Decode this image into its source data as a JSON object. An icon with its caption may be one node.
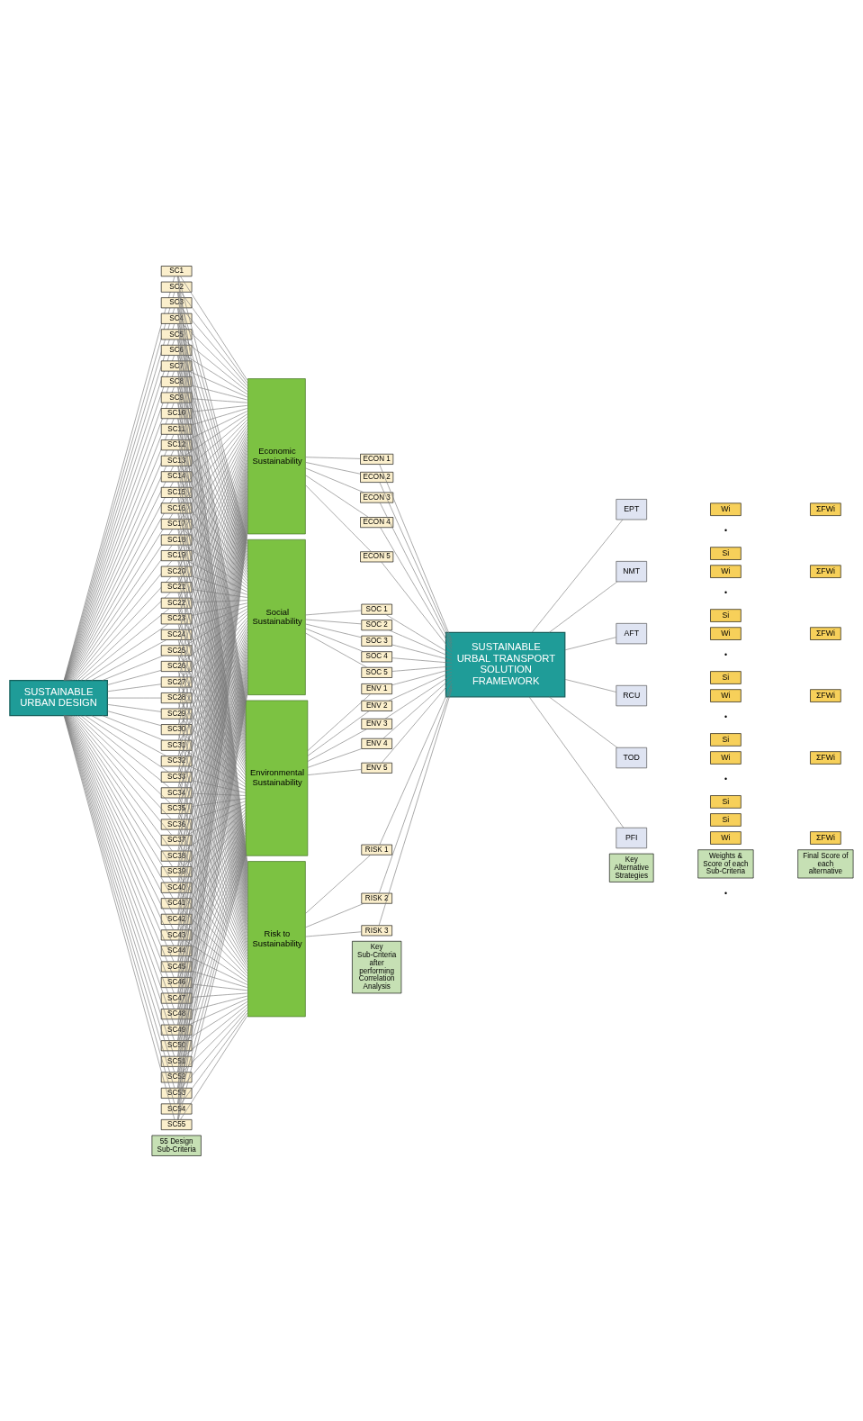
{
  "diagram": {
    "nodes": [
      {
        "text": [
          "SUSTAINABLE URBAN DESIGN"
        ]
      },
      {
        "text": [
          "SC1"
        ]
      },
      {
        "text": [
          "SC2"
        ]
      },
      {
        "text": [
          "SC3"
        ]
      },
      {
        "text": [
          "SC4"
        ]
      },
      {
        "text": [
          "SC5"
        ]
      },
      {
        "text": [
          "SC6"
        ]
      },
      {
        "text": [
          "SC7"
        ]
      },
      {
        "text": [
          "SC8"
        ]
      },
      {
        "text": [
          "SC9"
        ]
      },
      {
        "text": [
          "SC10"
        ]
      },
      {
        "text": [
          "SC11"
        ]
      },
      {
        "text": [
          "SC12"
        ]
      },
      {
        "text": [
          "SC13"
        ]
      },
      {
        "text": [
          "SC14"
        ]
      },
      {
        "text": [
          "SC15"
        ]
      },
      {
        "text": [
          "SC16"
        ]
      },
      {
        "text": [
          "SC17"
        ]
      },
      {
        "text": [
          "SC18"
        ]
      },
      {
        "text": [
          "SC19"
        ]
      },
      {
        "text": [
          "SC20"
        ]
      },
      {
        "text": [
          "SC21"
        ]
      },
      {
        "text": [
          "SC22"
        ]
      },
      {
        "text": [
          "SC23"
        ]
      },
      {
        "text": [
          "SC24"
        ]
      },
      {
        "text": [
          "SC25"
        ]
      },
      {
        "text": [
          "SC26"
        ]
      },
      {
        "text": [
          "SC27"
        ]
      },
      {
        "text": [
          "SC28"
        ]
      },
      {
        "text": [
          "SC29"
        ]
      },
      {
        "text": [
          "SC30"
        ]
      },
      {
        "text": [
          "SC31"
        ]
      },
      {
        "text": [
          "SC32"
        ]
      },
      {
        "text": [
          "SC33"
        ]
      },
      {
        "text": [
          "SC34"
        ]
      },
      {
        "text": [
          "SC35"
        ]
      },
      {
        "text": [
          "SC36"
        ]
      },
      {
        "text": [
          "SC37"
        ]
      },
      {
        "text": [
          "SC38"
        ]
      },
      {
        "text": [
          "SC39"
        ]
      },
      {
        "text": [
          "SC40"
        ]
      },
      {
        "text": [
          "SC41"
        ]
      },
      {
        "text": [
          "SC42"
        ]
      },
      {
        "text": [
          "SC43"
        ]
      },
      {
        "text": [
          "SC44"
        ]
      },
      {
        "text": [
          "SC45"
        ]
      },
      {
        "text": [
          "SC46"
        ]
      },
      {
        "text": [
          "SC47"
        ]
      },
      {
        "text": [
          "SC48"
        ]
      },
      {
        "text": [
          "SC49"
        ]
      },
      {
        "text": [
          "SC50"
        ]
      },
      {
        "text": [
          "SC51"
        ]
      },
      {
        "text": [
          "SC52"
        ]
      },
      {
        "text": [
          "SC53"
        ]
      },
      {
        "text": [
          "SC54"
        ]
      },
      {
        "text": [
          "SC55"
        ]
      },
      {
        "text": [
          "Economic Sustainability"
        ]
      },
      {
        "text": [
          "ECON 1"
        ]
      },
      {
        "text": [
          "ECON 2"
        ]
      },
      {
        "text": [
          "ECON 3"
        ]
      },
      {
        "text": [
          "ECON 4"
        ]
      },
      {
        "text": [
          "ECON 5"
        ]
      },
      {
        "text": [
          "Social Sustainability"
        ]
      },
      {
        "text": [
          "SOC 1"
        ]
      },
      {
        "text": [
          "SOC 2"
        ]
      },
      {
        "text": [
          "SOC 3"
        ]
      },
      {
        "text": [
          "SOC 4"
        ]
      },
      {
        "text": [
          "SOC 5"
        ]
      },
      {
        "text": [
          "Environmental Sustainability"
        ]
      },
      {
        "text": [
          "ENV 1"
        ]
      },
      {
        "text": [
          "ENV 2"
        ]
      },
      {
        "text": [
          "ENV 3"
        ]
      },
      {
        "text": [
          "ENV 4"
        ]
      },
      {
        "text": [
          "ENV 5"
        ]
      },
      {
        "text": [
          "Risk to Sustainability"
        ]
      },
      {
        "text": [
          "RISK 1"
        ]
      },
      {
        "text": [
          "RISK 2"
        ]
      },
      {
        "text": [
          "RISK 3"
        ]
      },
      {
        "text": [
          "SUSTAINABLE URBAL TRANSPORT SOLUTION FRAMEWORK"
        ]
      },
      {
        "text": [
          "EPT"
        ]
      },
      {
        "text": [
          "NMT"
        ]
      },
      {
        "text": [
          "AFT"
        ]
      },
      {
        "text": [
          "RCU"
        ]
      },
      {
        "text": [
          "TOD"
        ]
      },
      {
        "text": [
          "PFI"
        ]
      },
      {
        "text": [
          "Wi"
        ]
      },
      {
        "text": [
          "Si"
        ]
      },
      {
        "text": [
          "ΣFWi"
        ]
      },
      {
        "text": [
          "Wi"
        ]
      },
      {
        "text": [
          "Si"
        ]
      },
      {
        "text": [
          "ΣFWi"
        ]
      },
      {
        "text": [
          "Wi"
        ]
      },
      {
        "text": [
          "Si"
        ]
      },
      {
        "text": [
          "ΣFWi"
        ]
      },
      {
        "text": [
          "Wi"
        ]
      },
      {
        "text": [
          "Si"
        ]
      },
      {
        "text": [
          "ΣFWi"
        ]
      },
      {
        "text": [
          "Wi"
        ]
      },
      {
        "text": [
          "Si"
        ]
      },
      {
        "text": [
          "ΣFWi"
        ]
      },
      {
        "text": [
          "Wi"
        ]
      },
      {
        "text": [
          "Si"
        ]
      },
      {
        "text": [
          "ΣFWi"
        ]
      },
      {
        "text": [
          "55 Design Sub-Criteria"
        ]
      },
      {
        "text": [
          "Key Sub-Criteria after performing Correlation Analysis"
        ]
      },
      {
        "text": [
          "Key Alternative Strategies"
        ]
      },
      {
        "text": [
          "Weights & Score of each Sub-Criteria"
        ]
      },
      {
        "text": [
          "Final Score of each alternative"
        ]
      }
    ],
    "edges": [
      {
        "from": 0,
        "to": 1,
        "arrow": "none"
      },
      {
        "from": 0,
        "to": 2,
        "arrow": "none"
      },
      {
        "from": 0,
        "to": 3,
        "arrow": "none"
      },
      {
        "from": 0,
        "to": 4,
        "arrow": "none"
      },
      {
        "from": 0,
        "to": 5,
        "arrow": "none"
      },
      {
        "from": 0,
        "to": 6,
        "arrow": "none"
      },
      {
        "from": 0,
        "to": 7,
        "arrow": "none"
      },
      {
        "from": 0,
        "to": 8,
        "arrow": "none"
      },
      {
        "from": 0,
        "to": 9,
        "arrow": "none"
      },
      {
        "from": 0,
        "to": 10,
        "arrow": "none"
      },
      {
        "from": 0,
        "to": 11,
        "arrow": "none"
      },
      {
        "from": 0,
        "to": 12,
        "arrow": "none"
      },
      {
        "from": 0,
        "to": 13,
        "arrow": "none"
      },
      {
        "from": 0,
        "to": 14,
        "arrow": "none"
      },
      {
        "from": 0,
        "to": 15,
        "arrow": "none"
      },
      {
        "from": 0,
        "to": 16,
        "arrow": "none"
      },
      {
        "from": 0,
        "to": 17,
        "arrow": "none"
      },
      {
        "from": 0,
        "to": 18,
        "arrow": "none"
      },
      {
        "from": 0,
        "to": 19,
        "arrow": "none"
      },
      {
        "from": 0,
        "to": 20,
        "arrow": "none"
      },
      {
        "from": 0,
        "to": 21,
        "arrow": "none"
      },
      {
        "from": 0,
        "to": 22,
        "arrow": "none"
      },
      {
        "from": 0,
        "to": 23,
        "arrow": "none"
      },
      {
        "from": 0,
        "to": 24,
        "arrow": "none"
      },
      {
        "from": 0,
        "to": 25,
        "arrow": "none"
      },
      {
        "from": 0,
        "to": 26,
        "arrow": "none"
      },
      {
        "from": 0,
        "to": 27,
        "arrow": "none"
      },
      {
        "from": 0,
        "to": 28,
        "arrow": "none"
      },
      {
        "from": 0,
        "to": 29,
        "arrow": "none"
      },
      {
        "from": 0,
        "to": 30,
        "arrow": "none"
      },
      {
        "from": 0,
        "to": 31,
        "arrow": "none"
      },
      {
        "from": 0,
        "to": 32,
        "arrow": "none"
      },
      {
        "from": 0,
        "to": 33,
        "arrow": "none"
      },
      {
        "from": 0,
        "to": 34,
        "arrow": "none"
      },
      {
        "from": 0,
        "to": 35,
        "arrow": "none"
      },
      {
        "from": 0,
        "to": 36,
        "arrow": "none"
      },
      {
        "from": 0,
        "to": 37,
        "arrow": "none"
      },
      {
        "from": 0,
        "to": 38,
        "arrow": "none"
      },
      {
        "from": 0,
        "to": 39,
        "arrow": "none"
      },
      {
        "from": 0,
        "to": 40,
        "arrow": "none"
      },
      {
        "from": 0,
        "to": 41,
        "arrow": "none"
      },
      {
        "from": 0,
        "to": 42,
        "arrow": "none"
      },
      {
        "from": 0,
        "to": 43,
        "arrow": "none"
      },
      {
        "from": 0,
        "to": 44,
        "arrow": "none"
      },
      {
        "from": 0,
        "to": 45,
        "arrow": "none"
      },
      {
        "from": 0,
        "to": 46,
        "arrow": "none"
      },
      {
        "from": 0,
        "to": 47,
        "arrow": "none"
      },
      {
        "from": 0,
        "to": 48,
        "arrow": "none"
      },
      {
        "from": 0,
        "to": 49,
        "arrow": "none"
      },
      {
        "from": 0,
        "to": 50,
        "arrow": "none"
      },
      {
        "from": 0,
        "to": 51,
        "arrow": "none"
      },
      {
        "from": 0,
        "to": 52,
        "arrow": "none"
      },
      {
        "from": 0,
        "to": 53,
        "arrow": "none"
      },
      {
        "from": 0,
        "to": 54,
        "arrow": "none"
      },
      {
        "from": 0,
        "to": 55,
        "arrow": "none"
      },
      {
        "from": 1,
        "to": 56,
        "arrow": "none"
      },
      {
        "from": 2,
        "to": 56,
        "arrow": "none"
      },
      {
        "from": 3,
        "to": 56,
        "arrow": "none"
      },
      {
        "from": 4,
        "to": 56,
        "arrow": "none"
      },
      {
        "from": 5,
        "to": 56,
        "arrow": "none"
      },
      {
        "from": 6,
        "to": 56,
        "arrow": "none"
      },
      {
        "from": 7,
        "to": 56,
        "arrow": "none"
      },
      {
        "from": 8,
        "to": 56,
        "arrow": "none"
      },
      {
        "from": 9,
        "to": 56,
        "arrow": "none"
      },
      {
        "from": 10,
        "to": 56,
        "arrow": "none"
      },
      {
        "from": 11,
        "to": 56,
        "arrow": "none"
      },
      {
        "from": 12,
        "to": 56,
        "arrow": "none"
      },
      {
        "from": 13,
        "to": 56,
        "arrow": "none"
      },
      {
        "from": 14,
        "to": 56,
        "arrow": "none"
      },
      {
        "from": 15,
        "to": 56,
        "arrow": "none"
      },
      {
        "from": 16,
        "to": 56,
        "arrow": "none"
      },
      {
        "from": 17,
        "to": 56,
        "arrow": "none"
      },
      {
        "from": 18,
        "to": 56,
        "arrow": "none"
      },
      {
        "from": 19,
        "to": 56,
        "arrow": "none"
      },
      {
        "from": 20,
        "to": 56,
        "arrow": "none"
      },
      {
        "from": 21,
        "to": 56,
        "arrow": "none"
      },
      {
        "from": 22,
        "to": 56,
        "arrow": "none"
      },
      {
        "from": 23,
        "to": 56,
        "arrow": "none"
      },
      {
        "from": 24,
        "to": 56,
        "arrow": "none"
      },
      {
        "from": 25,
        "to": 56,
        "arrow": "none"
      },
      {
        "from": 26,
        "to": 56,
        "arrow": "none"
      },
      {
        "from": 27,
        "to": 56,
        "arrow": "none"
      },
      {
        "from": 28,
        "to": 56,
        "arrow": "none"
      },
      {
        "from": 29,
        "to": 56,
        "arrow": "none"
      },
      {
        "from": 30,
        "to": 56,
        "arrow": "none"
      },
      {
        "from": 31,
        "to": 56,
        "arrow": "none"
      },
      {
        "from": 32,
        "to": 56,
        "arrow": "none"
      },
      {
        "from": 33,
        "to": 56,
        "arrow": "none"
      },
      {
        "from": 34,
        "to": 56,
        "arrow": "none"
      },
      {
        "from": 35,
        "to": 56,
        "arrow": "none"
      },
      {
        "from": 36,
        "to": 56,
        "arrow": "none"
      },
      {
        "from": 37,
        "to": 56,
        "arrow": "none"
      },
      {
        "from": 38,
        "to": 56,
        "arrow": "none"
      },
      {
        "from": 39,
        "to": 56,
        "arrow": "none"
      },
      {
        "from": 40,
        "to": 56,
        "arrow": "none"
      },
      {
        "from": 41,
        "to": 56,
        "arrow": "none"
      },
      {
        "from": 42,
        "to": 56,
        "arrow": "none"
      },
      {
        "from": 43,
        "to": 56,
        "arrow": "none"
      },
      {
        "from": 44,
        "to": 56,
        "arrow": "none"
      },
      {
        "from": 45,
        "to": 56,
        "arrow": "none"
      },
      {
        "from": 46,
        "to": 56,
        "arrow": "none"
      },
      {
        "from": 47,
        "to": 56,
        "arrow": "none"
      },
      {
        "from": 48,
        "to": 56,
        "arrow": "none"
      },
      {
        "from": 49,
        "to": 56,
        "arrow": "none"
      },
      {
        "from": 50,
        "to": 56,
        "arrow": "none"
      },
      {
        "from": 51,
        "to": 56,
        "arrow": "none"
      },
      {
        "from": 52,
        "to": 56,
        "arrow": "none"
      },
      {
        "from": 53,
        "to": 56,
        "arrow": "none"
      },
      {
        "from": 54,
        "to": 56,
        "arrow": "none"
      },
      {
        "from": 55,
        "to": 56,
        "arrow": "none"
      },
      {
        "from": 1,
        "to": 62,
        "arrow": "none"
      },
      {
        "from": 2,
        "to": 62,
        "arrow": "none"
      },
      {
        "from": 3,
        "to": 62,
        "arrow": "none"
      },
      {
        "from": 4,
        "to": 62,
        "arrow": "none"
      },
      {
        "from": 5,
        "to": 62,
        "arrow": "none"
      },
      {
        "from": 6,
        "to": 62,
        "arrow": "none"
      },
      {
        "from": 7,
        "to": 62,
        "arrow": "none"
      },
      {
        "from": 8,
        "to": 62,
        "arrow": "none"
      },
      {
        "from": 9,
        "to": 62,
        "arrow": "none"
      },
      {
        "from": 10,
        "to": 62,
        "arrow": "none"
      },
      {
        "from": 11,
        "to": 62,
        "arrow": "none"
      },
      {
        "from": 12,
        "to": 62,
        "arrow": "none"
      },
      {
        "from": 13,
        "to": 62,
        "arrow": "none"
      },
      {
        "from": 14,
        "to": 62,
        "arrow": "none"
      },
      {
        "from": 15,
        "to": 62,
        "arrow": "none"
      },
      {
        "from": 16,
        "to": 62,
        "arrow": "none"
      },
      {
        "from": 17,
        "to": 62,
        "arrow": "none"
      },
      {
        "from": 18,
        "to": 62,
        "arrow": "none"
      },
      {
        "from": 19,
        "to": 62,
        "arrow": "none"
      },
      {
        "from": 20,
        "to": 62,
        "arrow": "none"
      },
      {
        "from": 21,
        "to": 62,
        "arrow": "none"
      },
      {
        "from": 22,
        "to": 62,
        "arrow": "none"
      },
      {
        "from": 23,
        "to": 62,
        "arrow": "none"
      },
      {
        "from": 24,
        "to": 62,
        "arrow": "none"
      },
      {
        "from": 25,
        "to": 62,
        "arrow": "none"
      },
      {
        "from": 26,
        "to": 62,
        "arrow": "none"
      },
      {
        "from": 27,
        "to": 62,
        "arrow": "none"
      },
      {
        "from": 28,
        "to": 62,
        "arrow": "none"
      },
      {
        "from": 29,
        "to": 62,
        "arrow": "none"
      },
      {
        "from": 30,
        "to": 62,
        "arrow": "none"
      },
      {
        "from": 31,
        "to": 62,
        "arrow": "none"
      },
      {
        "from": 32,
        "to": 62,
        "arrow": "none"
      },
      {
        "from": 33,
        "to": 62,
        "arrow": "none"
      },
      {
        "from": 34,
        "to": 62,
        "arrow": "none"
      },
      {
        "from": 35,
        "to": 62,
        "arrow": "none"
      },
      {
        "from": 36,
        "to": 62,
        "arrow": "none"
      },
      {
        "from": 37,
        "to": 62,
        "arrow": "none"
      },
      {
        "from": 38,
        "to": 62,
        "arrow": "none"
      },
      {
        "from": 39,
        "to": 62,
        "arrow": "none"
      },
      {
        "from": 40,
        "to": 62,
        "arrow": "none"
      },
      {
        "from": 41,
        "to": 62,
        "arrow": "none"
      },
      {
        "from": 42,
        "to": 62,
        "arrow": "none"
      },
      {
        "from": 43,
        "to": 62,
        "arrow": "none"
      },
      {
        "from": 44,
        "to": 62,
        "arrow": "none"
      },
      {
        "from": 45,
        "to": 62,
        "arrow": "none"
      },
      {
        "from": 46,
        "to": 62,
        "arrow": "none"
      },
      {
        "from": 47,
        "to": 62,
        "arrow": "none"
      },
      {
        "from": 48,
        "to": 62,
        "arrow": "none"
      },
      {
        "from": 49,
        "to": 62,
        "arrow": "none"
      },
      {
        "from": 50,
        "to": 62,
        "arrow": "none"
      },
      {
        "from": 51,
        "to": 62,
        "arrow": "none"
      },
      {
        "from": 52,
        "to": 62,
        "arrow": "none"
      },
      {
        "from": 53,
        "to": 62,
        "arrow": "none"
      },
      {
        "from": 54,
        "to": 62,
        "arrow": "none"
      },
      {
        "from": 55,
        "to": 62,
        "arrow": "none"
      },
      {
        "from": 1,
        "to": 68,
        "arrow": "none"
      },
      {
        "from": 2,
        "to": 68,
        "arrow": "none"
      },
      {
        "from": 3,
        "to": 68,
        "arrow": "none"
      },
      {
        "from": 4,
        "to": 68,
        "arrow": "none"
      },
      {
        "from": 5,
        "to": 68,
        "arrow": "none"
      },
      {
        "from": 6,
        "to": 68,
        "arrow": "none"
      },
      {
        "from": 7,
        "to": 68,
        "arrow": "none"
      },
      {
        "from": 8,
        "to": 68,
        "arrow": "none"
      },
      {
        "from": 9,
        "to": 68,
        "arrow": "none"
      },
      {
        "from": 10,
        "to": 68,
        "arrow": "none"
      },
      {
        "from": 11,
        "to": 68,
        "arrow": "none"
      },
      {
        "from": 12,
        "to": 68,
        "arrow": "none"
      },
      {
        "from": 13,
        "to": 68,
        "arrow": "none"
      },
      {
        "from": 14,
        "to": 68,
        "arrow": "none"
      },
      {
        "from": 15,
        "to": 68,
        "arrow": "none"
      },
      {
        "from": 16,
        "to": 68,
        "arrow": "none"
      },
      {
        "from": 17,
        "to": 68,
        "arrow": "none"
      },
      {
        "from": 18,
        "to": 68,
        "arrow": "none"
      },
      {
        "from": 19,
        "to": 68,
        "arrow": "none"
      },
      {
        "from": 20,
        "to": 68,
        "arrow": "none"
      },
      {
        "from": 21,
        "to": 68,
        "arrow": "none"
      },
      {
        "from": 22,
        "to": 68,
        "arrow": "none"
      },
      {
        "from": 23,
        "to": 68,
        "arrow": "none"
      },
      {
        "from": 24,
        "to": 68,
        "arrow": "none"
      },
      {
        "from": 25,
        "to": 68,
        "arrow": "none"
      },
      {
        "from": 26,
        "to": 68,
        "arrow": "none"
      },
      {
        "from": 27,
        "to": 68,
        "arrow": "none"
      },
      {
        "from": 28,
        "to": 68,
        "arrow": "none"
      },
      {
        "from": 29,
        "to": 68,
        "arrow": "none"
      },
      {
        "from": 30,
        "to": 68,
        "arrow": "none"
      },
      {
        "from": 31,
        "to": 68,
        "arrow": "none"
      },
      {
        "from": 32,
        "to": 68,
        "arrow": "none"
      },
      {
        "from": 33,
        "to": 68,
        "arrow": "none"
      },
      {
        "from": 34,
        "to": 68,
        "arrow": "none"
      },
      {
        "from": 35,
        "to": 68,
        "arrow": "none"
      },
      {
        "from": 36,
        "to": 68,
        "arrow": "none"
      },
      {
        "from": 37,
        "to": 68,
        "arrow": "none"
      },
      {
        "from": 38,
        "to": 68,
        "arrow": "none"
      },
      {
        "from": 39,
        "to": 68,
        "arrow": "none"
      },
      {
        "from": 40,
        "to": 68,
        "arrow": "none"
      },
      {
        "from": 41,
        "to": 68,
        "arrow": "none"
      },
      {
        "from": 42,
        "to": 68,
        "arrow": "none"
      },
      {
        "from": 43,
        "to": 68,
        "arrow": "none"
      },
      {
        "from": 44,
        "to": 68,
        "arrow": "none"
      },
      {
        "from": 45,
        "to": 68,
        "arrow": "none"
      },
      {
        "from": 46,
        "to": 68,
        "arrow": "none"
      },
      {
        "from": 47,
        "to": 68,
        "arrow": "none"
      },
      {
        "from": 48,
        "to": 68,
        "arrow": "none"
      },
      {
        "from": 49,
        "to": 68,
        "arrow": "none"
      },
      {
        "from": 50,
        "to": 68,
        "arrow": "none"
      },
      {
        "from": 51,
        "to": 68,
        "arrow": "none"
      },
      {
        "from": 52,
        "to": 68,
        "arrow": "none"
      },
      {
        "from": 53,
        "to": 68,
        "arrow": "none"
      },
      {
        "from": 54,
        "to": 68,
        "arrow": "none"
      },
      {
        "from": 55,
        "to": 68,
        "arrow": "none"
      },
      {
        "from": 1,
        "to": 74,
        "arrow": "none"
      },
      {
        "from": 2,
        "to": 74,
        "arrow": "none"
      },
      {
        "from": 3,
        "to": 74,
        "arrow": "none"
      },
      {
        "from": 4,
        "to": 74,
        "arrow": "none"
      },
      {
        "from": 5,
        "to": 74,
        "arrow": "none"
      },
      {
        "from": 6,
        "to": 74,
        "arrow": "none"
      },
      {
        "from": 7,
        "to": 74,
        "arrow": "none"
      },
      {
        "from": 8,
        "to": 74,
        "arrow": "none"
      },
      {
        "from": 9,
        "to": 74,
        "arrow": "none"
      },
      {
        "from": 10,
        "to": 74,
        "arrow": "none"
      },
      {
        "from": 11,
        "to": 74,
        "arrow": "none"
      },
      {
        "from": 12,
        "to": 74,
        "arrow": "none"
      },
      {
        "from": 13,
        "to": 74,
        "arrow": "none"
      },
      {
        "from": 14,
        "to": 74,
        "arrow": "none"
      },
      {
        "from": 15,
        "to": 74,
        "arrow": "none"
      },
      {
        "from": 16,
        "to": 74,
        "arrow": "none"
      },
      {
        "from": 17,
        "to": 74,
        "arrow": "none"
      },
      {
        "from": 18,
        "to": 74,
        "arrow": "none"
      },
      {
        "from": 19,
        "to": 74,
        "arrow": "none"
      },
      {
        "from": 20,
        "to": 74,
        "arrow": "none"
      },
      {
        "from": 21,
        "to": 74,
        "arrow": "none"
      },
      {
        "from": 22,
        "to": 74,
        "arrow": "none"
      },
      {
        "from": 23,
        "to": 74,
        "arrow": "none"
      },
      {
        "from": 24,
        "to": 74,
        "arrow": "none"
      },
      {
        "from": 25,
        "to": 74,
        "arrow": "none"
      },
      {
        "from": 26,
        "to": 74,
        "arrow": "none"
      },
      {
        "from": 27,
        "to": 74,
        "arrow": "none"
      },
      {
        "from": 28,
        "to": 74,
        "arrow": "none"
      },
      {
        "from": 29,
        "to": 74,
        "arrow": "none"
      },
      {
        "from": 30,
        "to": 74,
        "arrow": "none"
      },
      {
        "from": 31,
        "to": 74,
        "arrow": "none"
      },
      {
        "from": 32,
        "to": 74,
        "arrow": "none"
      },
      {
        "from": 33,
        "to": 74,
        "arrow": "none"
      },
      {
        "from": 34,
        "to": 74,
        "arrow": "none"
      },
      {
        "from": 35,
        "to": 74,
        "arrow": "none"
      },
      {
        "from": 36,
        "to": 74,
        "arrow": "none"
      },
      {
        "from": 37,
        "to": 74,
        "arrow": "none"
      },
      {
        "from": 38,
        "to": 74,
        "arrow": "none"
      },
      {
        "from": 39,
        "to": 74,
        "arrow": "none"
      },
      {
        "from": 40,
        "to": 74,
        "arrow": "none"
      },
      {
        "from": 41,
        "to": 74,
        "arrow": "none"
      },
      {
        "from": 42,
        "to": 74,
        "arrow": "none"
      },
      {
        "from": 43,
        "to": 74,
        "arrow": "none"
      },
      {
        "from": 44,
        "to": 74,
        "arrow": "none"
      },
      {
        "from": 45,
        "to": 74,
        "arrow": "none"
      },
      {
        "from": 46,
        "to": 74,
        "arrow": "none"
      },
      {
        "from": 47,
        "to": 74,
        "arrow": "none"
      },
      {
        "from": 48,
        "to": 74,
        "arrow": "none"
      },
      {
        "from": 49,
        "to": 74,
        "arrow": "none"
      },
      {
        "from": 50,
        "to": 74,
        "arrow": "none"
      },
      {
        "from": 51,
        "to": 74,
        "arrow": "none"
      },
      {
        "from": 52,
        "to": 74,
        "arrow": "none"
      },
      {
        "from": 53,
        "to": 74,
        "arrow": "none"
      },
      {
        "from": 54,
        "to": 74,
        "arrow": "none"
      },
      {
        "from": 55,
        "to": 74,
        "arrow": "none"
      },
      {
        "from": 56,
        "to": 57,
        "arrow": "none"
      },
      {
        "from": 56,
        "to": 58,
        "arrow": "none"
      },
      {
        "from": 56,
        "to": 59,
        "arrow": "none"
      },
      {
        "from": 56,
        "to": 60,
        "arrow": "none"
      },
      {
        "from": 56,
        "to": 61,
        "arrow": "none"
      },
      {
        "from": 62,
        "to": 63,
        "arrow": "none"
      },
      {
        "from": 62,
        "to": 64,
        "arrow": "none"
      },
      {
        "from": 62,
        "to": 65,
        "arrow": "none"
      },
      {
        "from": 62,
        "to": 66,
        "arrow": "none"
      },
      {
        "from": 62,
        "to": 67,
        "arrow": "none"
      },
      {
        "from": 68,
        "to": 69,
        "arrow": "none"
      },
      {
        "from": 68,
        "to": 70,
        "arrow": "none"
      },
      {
        "from": 68,
        "to": 71,
        "arrow": "none"
      },
      {
        "from": 68,
        "to": 72,
        "arrow": "none"
      },
      {
        "from": 68,
        "to": 73,
        "arrow": "none"
      },
      {
        "from": 74,
        "to": 75,
        "arrow": "none"
      },
      {
        "from": 74,
        "to": 76,
        "arrow": "none"
      },
      {
        "from": 74,
        "to": 77,
        "arrow": "none"
      },
      {
        "from": 57,
        "to": 78,
        "arrow": "none"
      },
      {
        "from": 58,
        "to": 78,
        "arrow": "none"
      },
      {
        "from": 59,
        "to": 78,
        "arrow": "none"
      },
      {
        "from": 60,
        "to": 78,
        "arrow": "none"
      },
      {
        "from": 61,
        "to": 78,
        "arrow": "none"
      },
      {
        "from": 63,
        "to": 78,
        "arrow": "none"
      },
      {
        "from": 64,
        "to": 78,
        "arrow": "none"
      },
      {
        "from": 65,
        "to": 78,
        "arrow": "none"
      },
      {
        "from": 66,
        "to": 78,
        "arrow": "none"
      },
      {
        "from": 67,
        "to": 78,
        "arrow": "none"
      },
      {
        "from": 69,
        "to": 78,
        "arrow": "none"
      },
      {
        "from": 70,
        "to": 78,
        "arrow": "none"
      },
      {
        "from": 71,
        "to": 78,
        "arrow": "none"
      },
      {
        "from": 72,
        "to": 78,
        "arrow": "none"
      },
      {
        "from": 73,
        "to": 78,
        "arrow": "none"
      },
      {
        "from": 75,
        "to": 78,
        "arrow": "none"
      },
      {
        "from": 76,
        "to": 78,
        "arrow": "none"
      },
      {
        "from": 77,
        "to": 78,
        "arrow": "none"
      },
      {
        "from": 78,
        "to": 79,
        "arrow": "none"
      },
      {
        "from": 78,
        "to": 80,
        "arrow": "none"
      },
      {
        "from": 78,
        "to": 81,
        "arrow": "none"
      },
      {
        "from": 78,
        "to": 82,
        "arrow": "none"
      },
      {
        "from": 78,
        "to": 83,
        "arrow": "none"
      },
      {
        "from": 78,
        "to": 84,
        "arrow": "none"
      }
    ],
    "labels": [
      "•",
      "•",
      "•",
      "•",
      "•",
      "•"
    ]
  }
}
